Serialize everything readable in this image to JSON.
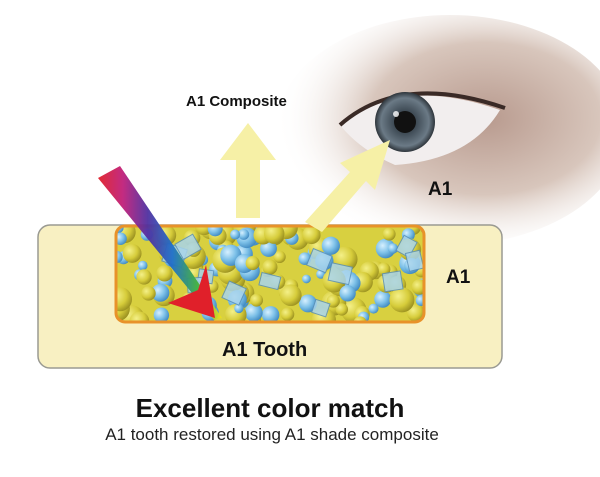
{
  "labels": {
    "composite": "A1 Composite",
    "eye_shade": "A1",
    "tooth_shade": "A1",
    "tooth": "A1 Tooth"
  },
  "caption": {
    "title": "Excellent color match",
    "subtitle": "A1 tooth restored using A1 shade composite"
  },
  "colors": {
    "tooth_fill": "#f8f0c2",
    "composite_border": "#e8922a",
    "arrow_fill": "#f6f0a6",
    "filler_yellow": "#d8d040",
    "filler_blue": "#7cc0e8"
  }
}
